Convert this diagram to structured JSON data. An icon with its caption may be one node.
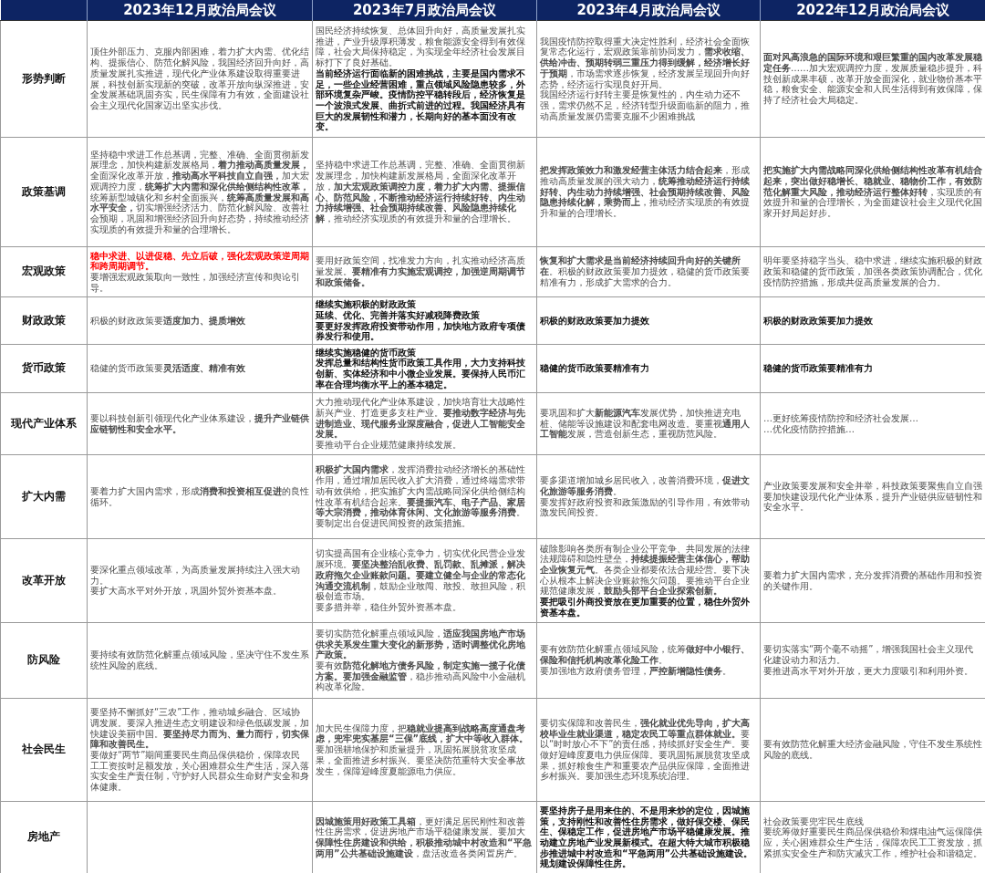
{
  "diagram": {
    "labels": [
      "2023年12月政治局会议",
      "2023年7月政治局会议",
      "2023年4月政治局会议",
      "2022年12月政治局会议",
      "形势判断",
      "顶住外部压力、克服内部困难，着力扩大内需、优化结构、提振信心、防范化解风险，我国经济回升向好，高质量发展扎实推进，现代化产业体系建设取得重要进展，科技创新实现新的突破，改革开放向纵深推进，安全发展基础巩固夯实，民生保障有力有效，全面建设社会主义现代化国家迈出坚实步伐。",
      "国民经济持续恢复、总体回升向好，高质量发展扎实推进，产业升级厚积薄发，粮食能源安全得到有效保障，社会大局保持稳定，为实现全年经济社会发展目标打下了良好基础。",
      "当前经济运行面临新的困难挑战，主要是国内需求不足，一些企业经营困难，重点领域风险隐患较多，外部环境复杂严峻。疫情防控平稳转段后，经济恢复是一个波浪式发展、曲折式前进的过程。我国经济具有巨大的发展韧性和潜力，长期向好的基本面没有改变。",
      "我国疫情防控取得重大决定性胜利，经济社会全面恢复常态化运行，宏观政策靠前协同发力，**需求收缩、供给冲击、预期转弱三重压力得到缓解，经济增长好于预期**，市场需求逐步恢复，经济发展呈现回升向好态势，经济运行实现良好开局。",
      "我国经济运行好转主要是恢复性的，内生动力还不强，需求仍然不足，经济转型升级面临新的阻力，推动高质量发展仍需要克服不少困难挑战",
      "**面对风高浪急的国际环境和艰巨繁重的国内改革发展稳定任务**……加大宏观调控力度，发展质量稳步提升，科技创新成果丰硕，改革开放全面深化，就业物价基本平稳，粮食安全、能源安全和人民生活得到有效保障，保持了经济社会大局稳定。",
      "政策基调",
      "坚持稳中求进工作总基调，完整、准确、全面贯彻新发展理念，加快构建新发展格局，**着力推动高质量发展，**全面深化改革开放，**推动高水平科技自立自强，**加大宏观调控力度，**统筹扩大内需和深化供给侧结构性改革，**统筹新型城镇化和乡村全面振兴，**统筹高质量发展和高水平安全，**切实增强经济活力、防范化解风险、改善社会预期，巩固和增强经济回升向好态势，持续推动经济实现质的有效提升和量的合理增长。",
      "坚持稳中求进工作总基调，完整、准确、全面贯彻新发展理念，加快构建新发展格局，全面深化改革开放，**加大宏观政策调控力度，着力扩大内需、提振信心、防范风险，不断推动经济运行持续好转、内生动力持续增强、社会预期持续改善、风险隐患持续化解**，推动经济实现质的有效提升和量的合理增长。",
      "**把发挥政策效力和激发经营主体活力结合起来**，形成推动高质量发展的强大动力，**统筹推动经济运行持续好转、内生动力持续增强、社会预期持续改善、风险隐患持续化解，乘势而上**，推动经济实现质的有效提升和量的合理增长。",
      "**把实施扩大内需战略同深化供给侧结构性改革有机结合起来，突出做好稳增长、稳就业、稳物价工作，有效防范化解重大风险，推动经济运行整体好转**，实现质的有效提升和量的合理增长，为全面建设社会主义现代化国家开好局起好步。",
      "宏观政策",
      "稳中求进、以进促稳、先立后破，强化宏观政策逆周期和跨周期调节。",
      "要增强宏观政策取向一致性，加强经济宣传和舆论引导。",
      "要用好政策空间，找准发力方向，扎实推动经济高质量发展。**要精准有力实施宏观调控，加强逆周期调节和政策储备。**",
      "**恢复和扩大需求是当前经济持续回升向好的关键所在**。积极的财政政策要加力提效，稳健的货币政策要精准有力，形成扩大需求的合力。",
      "明年要坚持稳字当头、稳中求进，继续实施积极的财政政策和稳健的货币政策，加强各类政策协调配合，优化疫情防控措施，形成共促高质量发展的合力。",
      "财政政策",
      "积极的财政政策要**适度加力、提质增效**",
      "继续实施积极的财政政策",
      "延续、优化、完善并落实好减税降费政策",
      "要更好发挥政府投资带动作用，加快地方政府专项债券发行和使用。",
      "积极的财政政策要加力提效",
      "积极的财政政策要加力提效",
      "货币政策",
      "稳健的货币政策要**灵活适度、精准有效**",
      "继续实施稳健的货币政策",
      "发挥总量和结构性货币政策工具作用，大力支持科技创新、实体经济和中小微企业发展。要保持人民币汇率在合理均衡水平上的基本稳定。",
      "稳健的货币政策要精准有力",
      "稳健的货币政策要精准有力",
      "现代产业体系",
      "要以科技创新引领现代化产业体系建设，**提升产业链供应链韧性和安全水平。**",
      "大力推动现代化产业体系建设，加快培育壮大战略性新兴产业、打造更多支柱产业。**要推动数字经济与先进制造业、现代服务业深度融合，促进人工智能安全发展。**",
      "要推动平台企业规范健康持续发展。",
      "要巩固和扩大**新能源汽车**发展优势，加快推进充电桩、储能等设施建设和配套电网改造。要重视**通用人工智能**发展，营造创新生态，重视防范风险。",
      "…更好统筹疫情防控和经济社会发展…",
      "…优化疫情防控措施…",
      "扩大内需",
      "要着力扩大国内需求，形成**消费和投资相互促进**的良性循环。",
      "**积极扩大国内需求**，发挥消费拉动经济增长的基础性作用，通过增加居民收入扩大消费，通过终端需求带动有效供给，把实施扩大内需战略同深化供给侧结构性改革有机结合起来。**要提振汽车、电子产品、家居等大宗消费，推动体育休闲、文化旅游等服务消费**。要制定出台促进民间投资的政策措施。",
      "要多渠道增加城乡居民收入，改善消费环境，**促进文化旅游等服务消费**。",
      "要发挥好政府投资和政策激励的引导作用，有效带动激发民间投资。",
      "产业政策要发展和安全并举，科技政策要聚焦自立自强",
      "要加快建设现代化产业体系，提升产业链供应链韧性和安全水平。",
      "改革开放",
      "要深化重点领域改革，为高质量发展持续注入强大动力。",
      "要扩大高水平对外开放，巩固外贸外资基本盘。",
      "切实提高国有企业核心竞争力，切实优化民营企业发展环境。**要坚决整治乱收费、乱罚款、乱摊派，解决政府拖欠企业账款问题。要建立健全与企业的常态化沟通交流机制**，鼓励企业敢闯、敢投、敢担风险，积极创造市场。",
      "要多措并举，稳住外贸外资基本盘。",
      "破除影响各类所有制企业公平竞争、共同发展的法律法规障碍和隐性壁垒，**持续提振经营主体信心，帮助企业恢复元气**。各类企业都要依法合规经营。要下决心从根本上解决企业账款拖欠问题。要推动平台企业规范健康发展，**鼓励头部平台企业探索创新。**",
      "要把吸引外商投资放在更加重要的位置，稳住外贸外资基本盘。",
      "要着力扩大国内需求，充分发挥消费的基础作用和投资的关键作用。",
      "防风险",
      "要持续有效防范化解重点领域风险，坚决守住不发生系统性风险的底线。",
      "要切实防范化解重点领域风险，**适应我国房地产市场供求关系发生重大变化的新形势，适时调整优化房地产政策。**",
      "要有效**防范化解地方债务风险，制定实施一揽子化债方案。要加强金融监管**，稳步推动高风险中小金融机构改革化险。",
      "要有效防范化解重点领域风险，统筹**做好中小银行、保险和信托机构改革化险工作**。",
      "要加强地方政府债务管理，**严控新增隐性债务**。",
      "要切实落实“两个毫不动摇”，增强我国社会主义现代化建设动力和活力。",
      "要推进高水平对外开放，更大力度吸引和利用外资。",
      "社会民生",
      "要坚持不懈抓好“三农”工作，推动城乡融合、区域协调发展。要深入推进生态文明建设和绿色低碳发展，加快建设美丽中国。**要坚持尽力而为、量力而行，切实保障和改善民生。**",
      "要做好“两节”期间重要民生商品保供稳价，保障农民工工资按时足额发放，关心困难群众生产生活，深入落实安全生产责任制，守护好人民群众生命财产安全和身体健康。",
      "加大民生保障力度，把**稳就业提高到战略高度通盘考虑，兜牢兜实基层“三保”底线，扩大中等收入群体。**要加强耕地保护和质量提升，巩固拓展脱贫攻坚成果，全面推进乡村振兴。要坚决防范重特大安全事故发生，保障迎峰度夏能源电力供应。",
      "要切实保障和改善民生，**强化就业优先导向，扩大高校毕业生就业渠道，稳定农民工等重点群体就业。**要以“时时放心不下”的责任感，持续抓好安全生产。要做好迎峰度夏电力供应保障。要巩固拓展脱贫攻坚成果，抓好粮食生产和重要农产品供应保障，全面推进乡村振兴。要加强生态环境系统治理。",
      "要有效防范化解重大经济金融风险，守住不发生系统性风险的底线。",
      "房地产",
      "**因城施策用好政策工具箱**，更好满足居民刚性和改善性住房需求，促进房地产市场平稳健康发展。要加大**保障性住房建设和供给，积极推动城中村改造和“平急两用”公共基础设施建设**，盘活改造各类闲置房产。",
      "要坚持房子是用来住的、不是用来炒的定位，因城施策，支持刚性和改善性住房需求，做好保交楼、保民生、保稳定工作，促进房地产市场平稳健康发展。推动建立房地产业发展新模式。在超大特大城市积极稳步推进城中村改造和“平急两用”公共基础设施建设。规划建设保障性住房。",
      "社会政策要兜牢民生底线",
      "要统筹做好重要民生商品保供稳价和煤电油气运保障供应，关心困难群众生产生活，保障农民工工资发放，抓紧抓实安全生产和防灾减灾工作，维护社会和谐稳定。"
    ]
  }
}
